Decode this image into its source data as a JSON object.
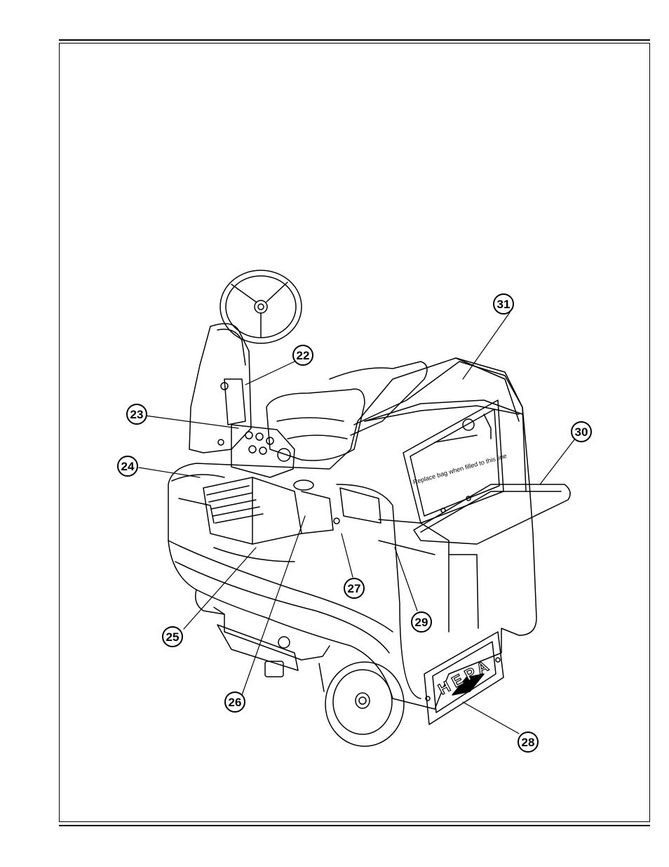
{
  "figure": {
    "callouts": [
      {
        "id": "22",
        "label": "22"
      },
      {
        "id": "23",
        "label": "23"
      },
      {
        "id": "24",
        "label": "24"
      },
      {
        "id": "25",
        "label": "25"
      },
      {
        "id": "26",
        "label": "26"
      },
      {
        "id": "27",
        "label": "27"
      },
      {
        "id": "28",
        "label": "28"
      },
      {
        "id": "29",
        "label": "29"
      },
      {
        "id": "30",
        "label": "30"
      },
      {
        "id": "31",
        "label": "31"
      }
    ],
    "decal_text": "Replace bag when filled to this line",
    "hepa_text": "HEPA"
  }
}
